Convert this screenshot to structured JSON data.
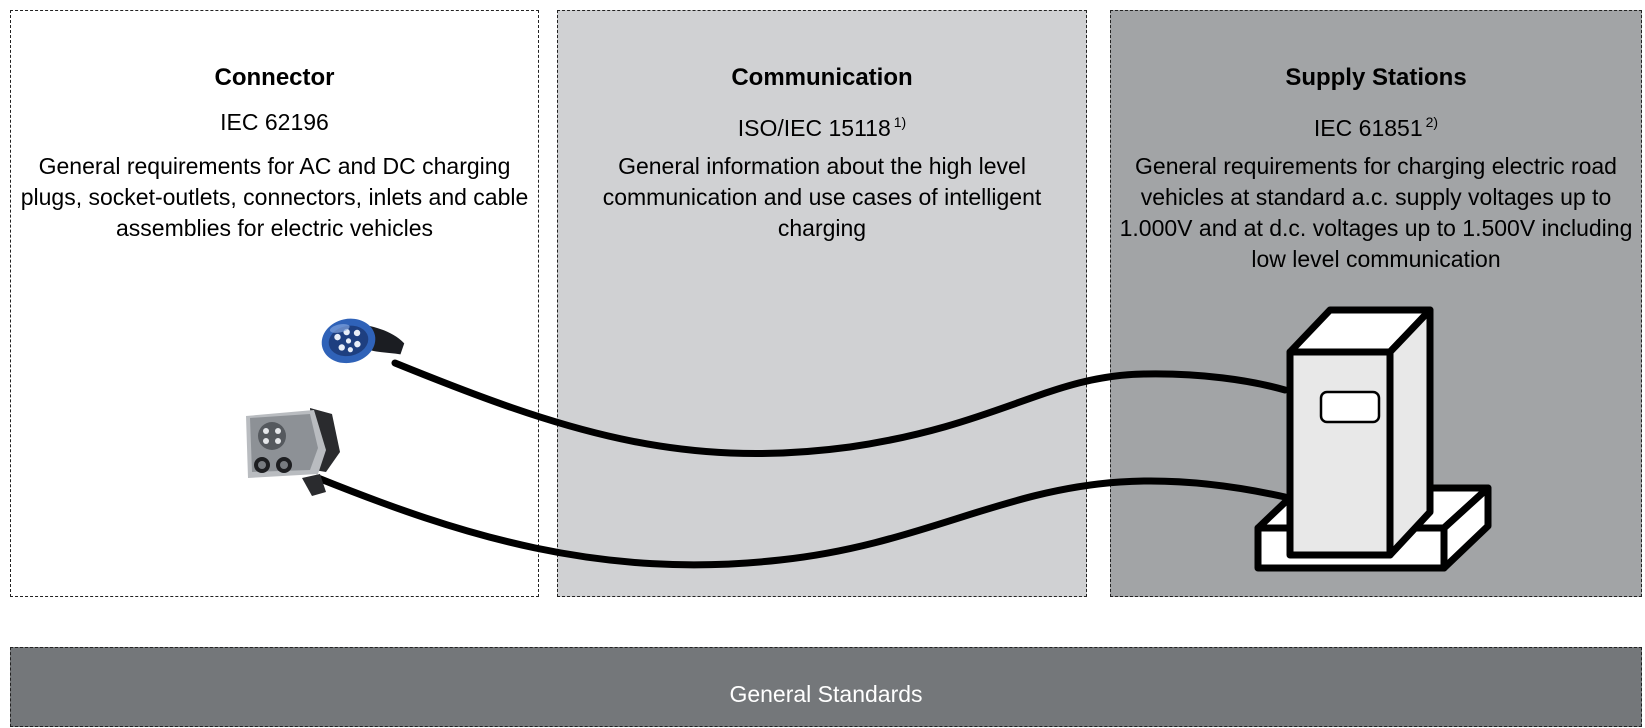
{
  "panels": {
    "connector": {
      "title": "Connector",
      "standard": "IEC 62196",
      "description": "General requirements for AC and DC charging plugs, socket-outlets, connectors, inlets and cable assemblies for electric vehicles"
    },
    "communication": {
      "title": "Communication",
      "standard": "ISO/IEC 15118",
      "footnote": "1)",
      "description": "General information about the high level communication and use cases of intelligent charging"
    },
    "supply": {
      "title": "Supply Stations",
      "standard": "IEC 61851",
      "footnote": "2)",
      "description": "General requirements for charging electric road vehicles at standard a.c. supply voltages up to 1.000V and at d.c. voltages up to 1.500V including low level communication"
    }
  },
  "bottom": {
    "label": "General Standards"
  },
  "colors": {
    "connector_bg": "#ffffff",
    "communication_bg": "#d0d1d3",
    "supply_bg": "#a2a4a6",
    "bottom_bg": "#74777a",
    "cable": "#000000",
    "plug_blue": "#2f62b8"
  },
  "icons": [
    "type2-plug-icon",
    "ccs-combo-plug-icon",
    "charging-station-icon"
  ]
}
